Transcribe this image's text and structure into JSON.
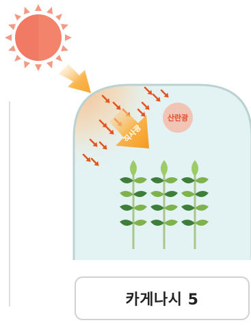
{
  "labels": {
    "scattered_light": "산란광",
    "direct_light": "직사광"
  },
  "caption": {
    "text": "카게나시 5"
  },
  "colors": {
    "sun": "#f07a63",
    "sun_rays": "#f49a84",
    "arrow": "#f7a93b",
    "small_arrows": "#e4541f",
    "greenhouse_fill": "#e3f2f2",
    "greenhouse_stroke": "#bcd2d2",
    "scatter_circle": "#f2c4b5",
    "leaf_dark": "#3f7e3a",
    "leaf_light": "#7fb24d",
    "leaf_top": "#9ccb68",
    "stem": "#a9c58a"
  }
}
